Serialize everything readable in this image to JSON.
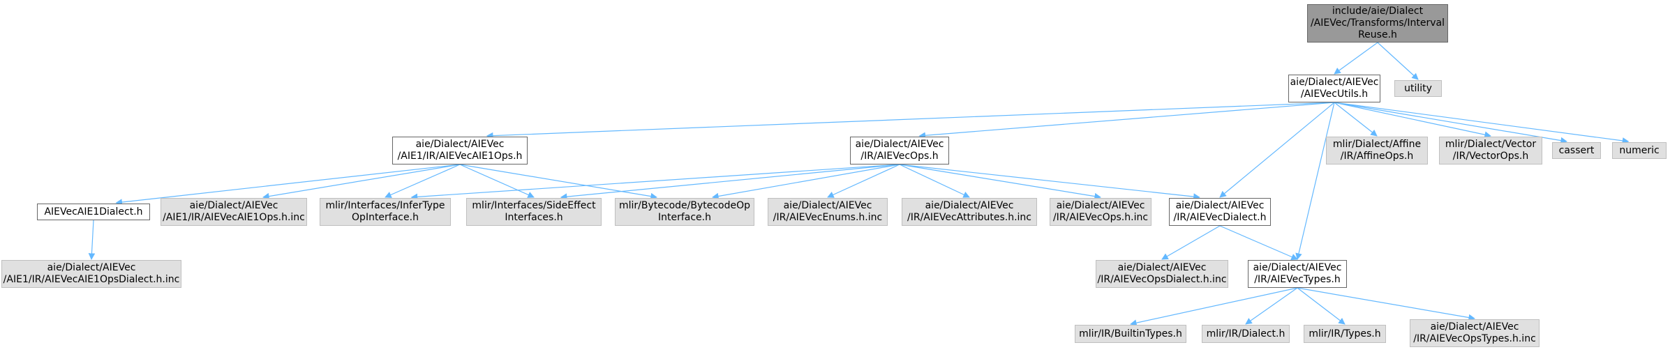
{
  "nodes": {
    "root": [
      "include/aie/Dialect",
      "/AIEVec/Transforms/Interval",
      "Reuse.h"
    ],
    "aievec_utils": [
      "aie/Dialect/AIEVec",
      "/AIEVecUtils.h"
    ],
    "utility": [
      "utility"
    ],
    "aie1_ops": [
      "aie/Dialect/AIEVec",
      "/AIE1/IR/AIEVecAIE1Ops.h"
    ],
    "aievec_ops": [
      "aie/Dialect/AIEVec",
      "/IR/AIEVecOps.h"
    ],
    "affine_ops": [
      "mlir/Dialect/Affine",
      "/IR/AffineOps.h"
    ],
    "vector_ops": [
      "mlir/Dialect/Vector",
      "/IR/VectorOps.h"
    ],
    "cassert": [
      "cassert"
    ],
    "numeric": [
      "numeric"
    ],
    "aie1_dialect": [
      "AIEVecAIE1Dialect.h"
    ],
    "aie1_ops_inc": [
      "aie/Dialect/AIEVec",
      "/AIE1/IR/AIEVecAIE1Ops.h.inc"
    ],
    "infer_type": [
      "mlir/Interfaces/InferType",
      "OpInterface.h"
    ],
    "side_effect": [
      "mlir/Interfaces/SideEffect",
      "Interfaces.h"
    ],
    "bytecode": [
      "mlir/Bytecode/BytecodeOp",
      "Interface.h"
    ],
    "enums_inc": [
      "aie/Dialect/AIEVec",
      "/IR/AIEVecEnums.h.inc"
    ],
    "attributes_inc": [
      "aie/Dialect/AIEVec",
      "/IR/AIEVecAttributes.h.inc"
    ],
    "ops_inc": [
      "aie/Dialect/AIEVec",
      "/IR/AIEVecOps.h.inc"
    ],
    "aievec_dialect": [
      "aie/Dialect/AIEVec",
      "/IR/AIEVecDialect.h"
    ],
    "aie1_dialect_inc": [
      "aie/Dialect/AIEVec",
      "/AIE1/IR/AIEVecAIE1OpsDialect.h.inc"
    ],
    "ops_dialect_inc": [
      "aie/Dialect/AIEVec",
      "/IR/AIEVecOpsDialect.h.inc"
    ],
    "aievec_types": [
      "aie/Dialect/AIEVec",
      "/IR/AIEVecTypes.h"
    ],
    "builtin_types": [
      "mlir/IR/BuiltinTypes.h"
    ],
    "ir_dialect": [
      "mlir/IR/Dialect.h"
    ],
    "ir_types": [
      "mlir/IR/Types.h"
    ],
    "ops_types_inc": [
      "aie/Dialect/AIEVec",
      "/IR/AIEVecOpsTypes.h.inc"
    ]
  },
  "edges": [
    [
      "root",
      "aievec_utils"
    ],
    [
      "root",
      "utility"
    ],
    [
      "aievec_utils",
      "aie1_ops"
    ],
    [
      "aievec_utils",
      "aievec_ops"
    ],
    [
      "aievec_utils",
      "aievec_dialect"
    ],
    [
      "aievec_utils",
      "aievec_types"
    ],
    [
      "aievec_utils",
      "affine_ops"
    ],
    [
      "aievec_utils",
      "vector_ops"
    ],
    [
      "aievec_utils",
      "cassert"
    ],
    [
      "aievec_utils",
      "numeric"
    ],
    [
      "aie1_ops",
      "aie1_dialect"
    ],
    [
      "aie1_ops",
      "aie1_ops_inc"
    ],
    [
      "aie1_ops",
      "infer_type"
    ],
    [
      "aie1_ops",
      "side_effect"
    ],
    [
      "aie1_ops",
      "bytecode"
    ],
    [
      "aievec_ops",
      "infer_type"
    ],
    [
      "aievec_ops",
      "side_effect"
    ],
    [
      "aievec_ops",
      "bytecode"
    ],
    [
      "aievec_ops",
      "enums_inc"
    ],
    [
      "aievec_ops",
      "attributes_inc"
    ],
    [
      "aievec_ops",
      "ops_inc"
    ],
    [
      "aievec_ops",
      "aievec_dialect"
    ],
    [
      "aie1_dialect",
      "aie1_dialect_inc"
    ],
    [
      "aievec_dialect",
      "ops_dialect_inc"
    ],
    [
      "aievec_dialect",
      "aievec_types"
    ],
    [
      "aievec_types",
      "builtin_types"
    ],
    [
      "aievec_types",
      "ir_dialect"
    ],
    [
      "aievec_types",
      "ir_types"
    ],
    [
      "aievec_types",
      "ops_types_inc"
    ]
  ],
  "colors": {
    "edge": "#63b8ff",
    "root_fill": "#999999",
    "file_border": "#666666",
    "ext_fill": "#e0e0e0",
    "ext_border": "#bfbfbf"
  }
}
